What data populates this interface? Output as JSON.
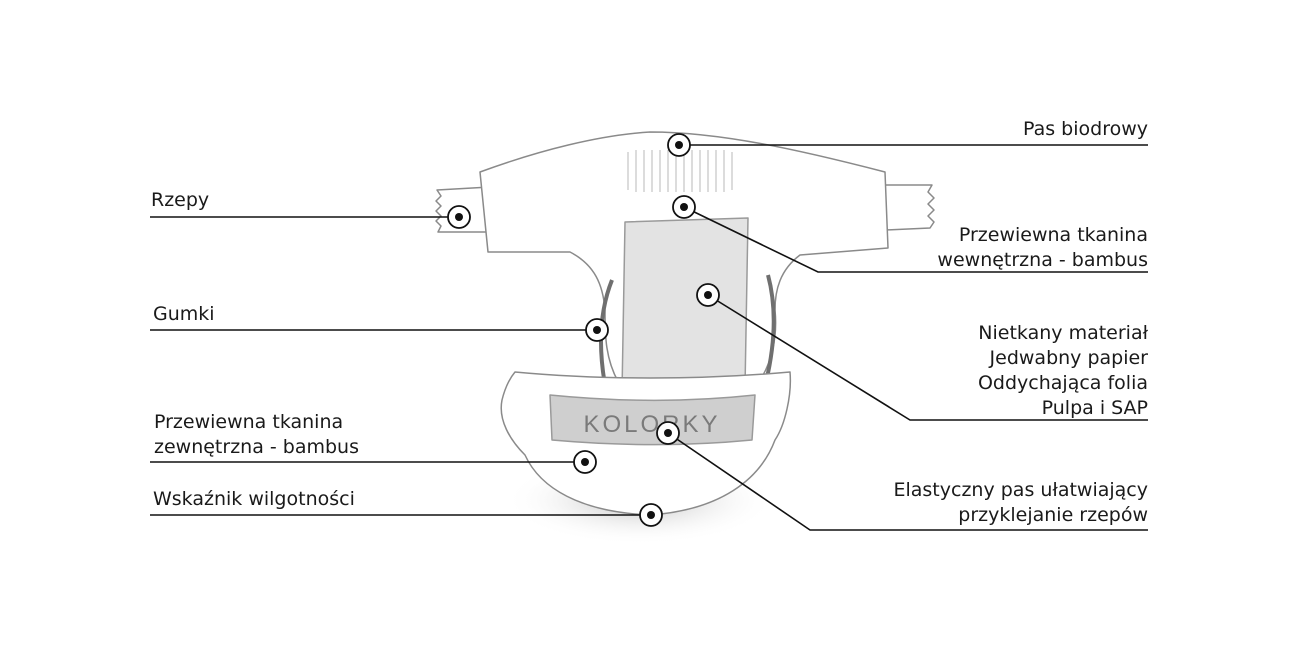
{
  "brand": {
    "logo_text": "KOLORKY"
  },
  "left_labels": {
    "rzepy": "Rzepy",
    "gumki": "Gumki",
    "outer_fabric": [
      "Przewiewna tkanina",
      "zewnętrzna - bambus"
    ],
    "wetness": "Wskaźnik wilgotności"
  },
  "right_labels": {
    "waist": "Pas biodrowy",
    "inner_fabric": [
      "Przewiewna tkanina",
      "wewnętrzna - bambus"
    ],
    "layers": [
      "Nietkany materiał",
      "Jedwabny papier",
      "Oddychająca folia",
      "Pulpa i SAP"
    ],
    "elastic_band": [
      "Elastyczny pas ułatwiający",
      "przyklejanie rzepów"
    ]
  },
  "colors": {
    "line": "#111111",
    "outline": "#8a8a8a",
    "panel": "#e3e3e3",
    "logo_band": "#cfcfcf",
    "logo_text": "#7a7a7a"
  }
}
